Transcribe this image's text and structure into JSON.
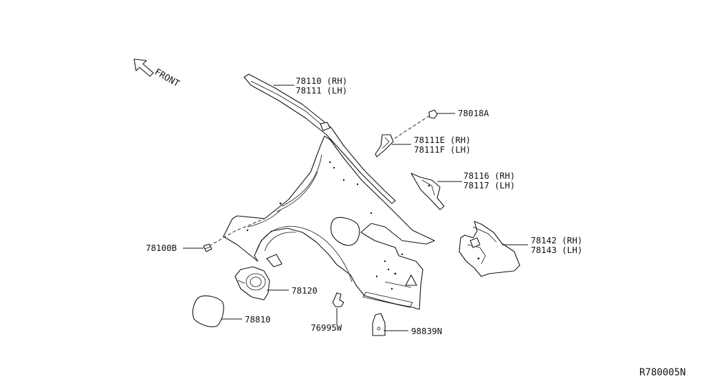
{
  "direction": {
    "label": "FRONT",
    "icon": "arrow-outline-icon"
  },
  "callouts": [
    {
      "id": "quarter-outer-panel",
      "lines": [
        "78110 (RH)",
        "78111 (LH)"
      ]
    },
    {
      "id": "clip",
      "lines": [
        "78018A"
      ]
    },
    {
      "id": "upper-extension",
      "lines": [
        "78111E (RH)",
        "78111F (LH)"
      ]
    },
    {
      "id": "lower-extension",
      "lines": [
        "78116 (RH)",
        "78117 (LH)"
      ]
    },
    {
      "id": "rear-panel",
      "lines": [
        "78142 (RH)",
        "78143 (LH)"
      ]
    },
    {
      "id": "bolt",
      "lines": [
        "78100B"
      ]
    },
    {
      "id": "filler-pocket",
      "lines": [
        "78120"
      ]
    },
    {
      "id": "filler-lid",
      "lines": [
        "78810"
      ]
    },
    {
      "id": "bracket",
      "lines": [
        "76995W"
      ]
    },
    {
      "id": "small-bracket",
      "lines": [
        "98839N"
      ]
    }
  ],
  "diagram_ref": "R780005N"
}
